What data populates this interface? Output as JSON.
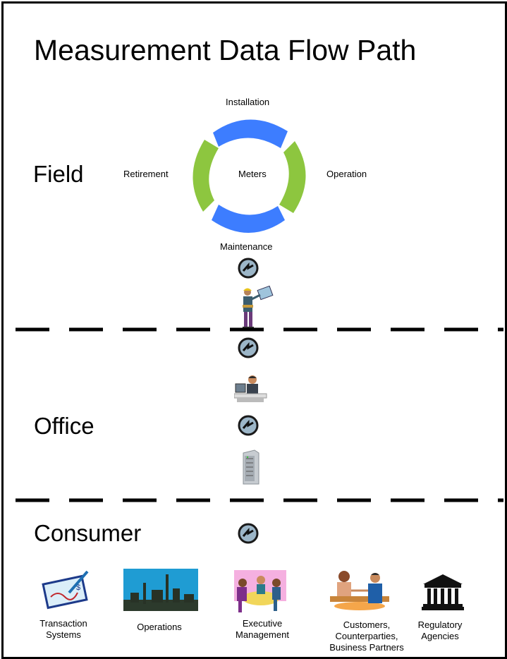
{
  "title": "Measurement Data Flow Path",
  "zones": {
    "field": "Field",
    "office": "Office",
    "consumer": "Consumer"
  },
  "cycle": {
    "center": "Meters",
    "top": "Installation",
    "right": "Operation",
    "bottom": "Maintenance",
    "left": "Retirement",
    "colors": {
      "blue": "#3d7dff",
      "green": "#8dc63f"
    }
  },
  "consumers": [
    {
      "label": "Transaction\nSystems"
    },
    {
      "label": "Operations"
    },
    {
      "label": "Executive\nManagement"
    },
    {
      "label": "Customers,\nCounterparties,\nBusiness Partners"
    },
    {
      "label": "Regulatory\nAgencies"
    }
  ]
}
